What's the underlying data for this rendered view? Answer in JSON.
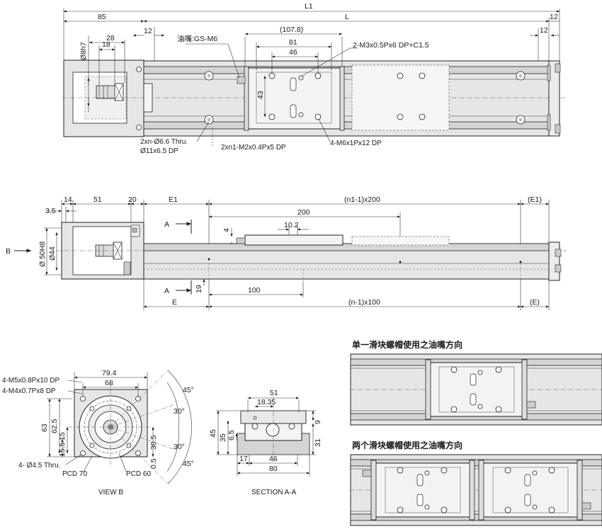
{
  "top_view": {
    "L1": "L1",
    "L": "L",
    "d_12_right": "12",
    "d_85": "85",
    "d_12_left": "12",
    "d_12_right_inner": "12",
    "d_8h7": "Ø8h7",
    "d_28": "28",
    "d_18": "18",
    "oil_nozzle": "油嘴:GS-M6",
    "d_107_8": "(107.8)",
    "d_81": "81",
    "d_46": "46",
    "d_43": "43",
    "m3_note": "2-M3x0.5Px6 DP+C1.5",
    "thru_note_1": "2xn-Ø6.6 Thru.",
    "thru_note_2": "Ø11x6.5 DP",
    "m2_note": "2xn1-M2x0.4Px5 DP",
    "m6_note": "4-M6x1Px12 DP"
  },
  "side_view": {
    "d_3_5": "3.5",
    "d_14": "14",
    "d_51": "51",
    "d_20": "20",
    "E1": "E1",
    "n1_pitch": "(n1-1)x200",
    "E1_paren": "(E1)",
    "d_200": "200",
    "d_10_2": "10.2",
    "d_4": "4",
    "label_A_top": "A",
    "label_A_bottom": "A",
    "label_B": "B",
    "d_50h8": "Ø 50H8",
    "d_44": "Ø44",
    "d_19": "19",
    "d_100": "100",
    "E": "E",
    "n_pitch": "(n-1)x100",
    "E_paren": "(E)"
  },
  "view_b": {
    "caption": "VIEW B",
    "m5_note": "4-M5x0.8Px10 DP",
    "m4_note": "4-M4x0.7Px8 DP",
    "d_79_4": "79.4",
    "d_68": "68",
    "d_63": "63",
    "d_62_5": "62.5",
    "d_15_left": "15",
    "d_15_5": "15.5",
    "d_30_5": "30.5",
    "d_0_5": "0.5",
    "thru_note": "4- Ø4.5 Thru.",
    "pcd70": "PCD 70",
    "pcd60": "PCD 60",
    "ang_45_top": "45°",
    "ang_30_a": "30°",
    "ang_30_b": "30°",
    "ang_45_bottom": "45°"
  },
  "section_aa": {
    "caption": "SECTION A-A",
    "d_51": "51",
    "d_18_35": "18.35",
    "d_45": "45",
    "d_35": "35",
    "d_6_5": "6.5",
    "d_9": "9",
    "d_31": "31",
    "d_17": "17",
    "d_46": "46",
    "d_80": "80"
  },
  "single_block": {
    "title": "单一滑块螺帽使用之油嘴方向"
  },
  "double_block": {
    "title": "两个滑块螺帽使用之油嘴方向"
  },
  "colors": {
    "line": "#222222",
    "body_fill": "#e6e6e6",
    "rail_fill": "#d4d4d4",
    "block_fill": "#f3f3f3"
  }
}
